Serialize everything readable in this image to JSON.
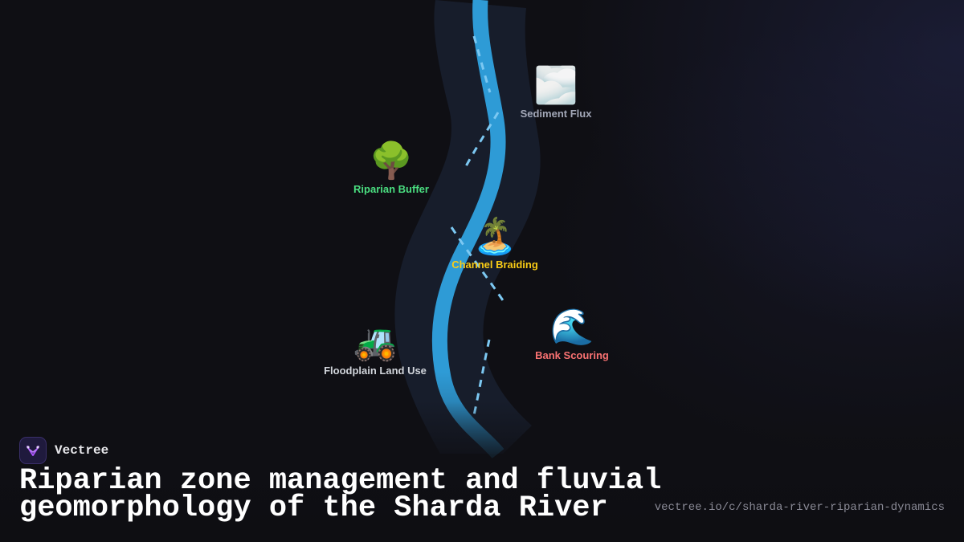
{
  "diagram": {
    "nodes": [
      {
        "id": "sediment-flux",
        "label": "Sediment Flux",
        "emoji": "🌫️",
        "color": "#a3a8b8"
      },
      {
        "id": "riparian-buffer",
        "label": "Riparian Buffer",
        "emoji": "🌳",
        "color": "#4ade80"
      },
      {
        "id": "channel-braiding",
        "label": "Channel Braiding",
        "emoji": "🏝️",
        "color": "#facc15"
      },
      {
        "id": "bank-scouring",
        "label": "Bank Scouring",
        "emoji": "🌊",
        "color": "#f87171"
      },
      {
        "id": "floodplain-land-use",
        "label": "Floodplain Land Use",
        "emoji": "🚜",
        "color": "#d1d5db"
      }
    ],
    "colors": {
      "background": "#0f0f14",
      "river_bank": "#1a2030",
      "river_water": "#2e9bd6",
      "connector": "#7cc8f2"
    }
  },
  "brand": {
    "name": "Vectree",
    "logo_icon": "vectree-logo-icon"
  },
  "title": "Riparian zone management and fluvial geomorphology of the Sharda River",
  "url": "vectree.io/c/sharda-river-riparian-dynamics"
}
